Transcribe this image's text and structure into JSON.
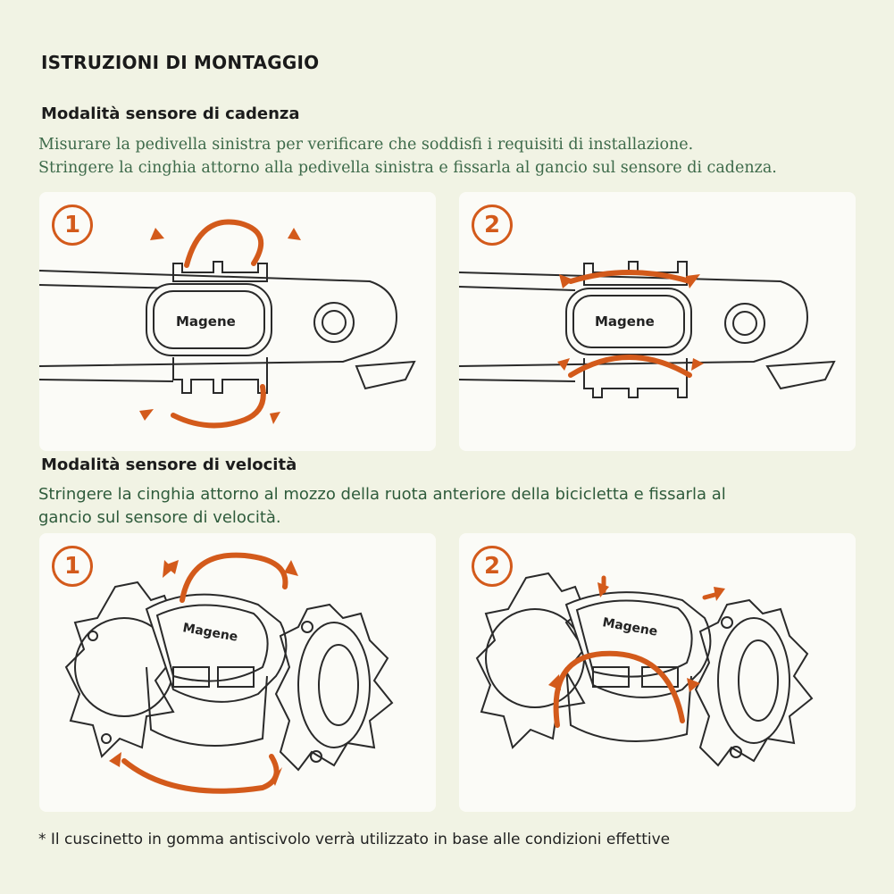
{
  "title": "ISTRUZIONI DI MONTAGGIO",
  "cadence": {
    "heading": "Modalità sensore di cadenza",
    "line1": "Misurare la pedivella sinistra per verificare che soddisfi i requisiti di installazione.",
    "line2": "Stringere la cinghia attorno alla pedivella sinistra e fissarla al gancio sul sensore di cadenza.",
    "steps": [
      "1",
      "2"
    ],
    "brand": "Magene"
  },
  "speed": {
    "heading": "Modalità sensore di velocità",
    "line1": "Stringere la cinghia attorno al mozzo della ruota anteriore della bicicletta e fissarla al",
    "line2": "gancio sul sensore di velocità.",
    "steps": [
      "1",
      "2"
    ],
    "brand": "Magene"
  },
  "footnote": "* Il cuscinetto in gomma antiscivolo verrà utilizzato in base alle condizioni effettive",
  "colors": {
    "accent": "#d35a1b",
    "text_green": "#3d6a4a",
    "background": "#f1f3e4"
  }
}
